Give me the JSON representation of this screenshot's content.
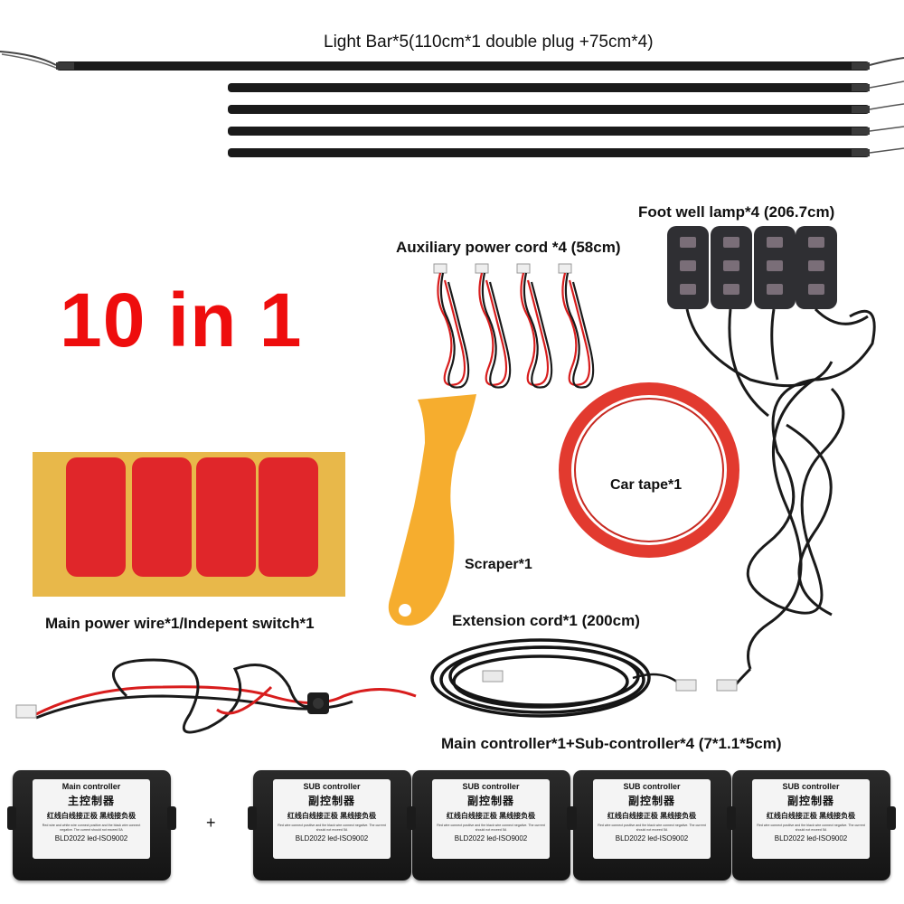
{
  "labels": {
    "light_bar": "Light Bar*5(110cm*1 double plug +75cm*4)",
    "foot_well": "Foot well lamp*4 (206.7cm)",
    "aux_power": "Auxiliary power cord *4 (58cm)",
    "headline": "10 in 1",
    "car_tape": "Car tape*1",
    "scraper": "Scraper*1",
    "main_power": "Main power wire*1/Indepent switch*1",
    "extension": "Extension cord*1 (200cm)",
    "controllers": "Main controller*1+Sub-controller*4 (7*1.1*5cm)",
    "plus": "+"
  },
  "controllers": [
    {
      "title": "Main controller",
      "cn_title": "主控制器",
      "cn_note": "红线白线接正极 黑线接负极",
      "fine_print": "Red wire and white wire connect positive and the black wire connect negative. The current should not exceed 5A",
      "model": "BLD2022 led-ISO9002"
    },
    {
      "title": "SUB controller",
      "cn_title": "副控制器",
      "cn_note": "红线白线接正极 黑线接负极",
      "fine_print": "Red wire connect positive and the black wire connect negative. The current should not exceed 5A",
      "model": "BLD2022 led-ISO9002"
    },
    {
      "title": "SUB controller",
      "cn_title": "副控制器",
      "cn_note": "红线白线接正极 黑线接负极",
      "fine_print": "Red wire connect positive and the black wire connect negative. The current should not exceed 5A",
      "model": "BLD2022 led-ISO9002"
    },
    {
      "title": "SUB controller",
      "cn_title": "副控制器",
      "cn_note": "红线白线接正极 黑线接负极",
      "fine_print": "Red wire connect positive and the black wire connect negative. The current should not exceed 5A",
      "model": "BLD2022 led-ISO9002"
    },
    {
      "title": "SUB controller",
      "cn_title": "副控制器",
      "cn_note": "红线白线接正极 黑线接负极",
      "fine_print": "Red wire connect positive and the black wire connect negative. The current should not exceed 5A",
      "model": "BLD2022 led-ISO9002"
    }
  ],
  "colors": {
    "headline": "#ee0d0d",
    "tape_pad": "#e0262a",
    "backing_sheet": "#e8b84a",
    "scraper": "#f6ad2e",
    "bar": "#1a1a1a"
  }
}
